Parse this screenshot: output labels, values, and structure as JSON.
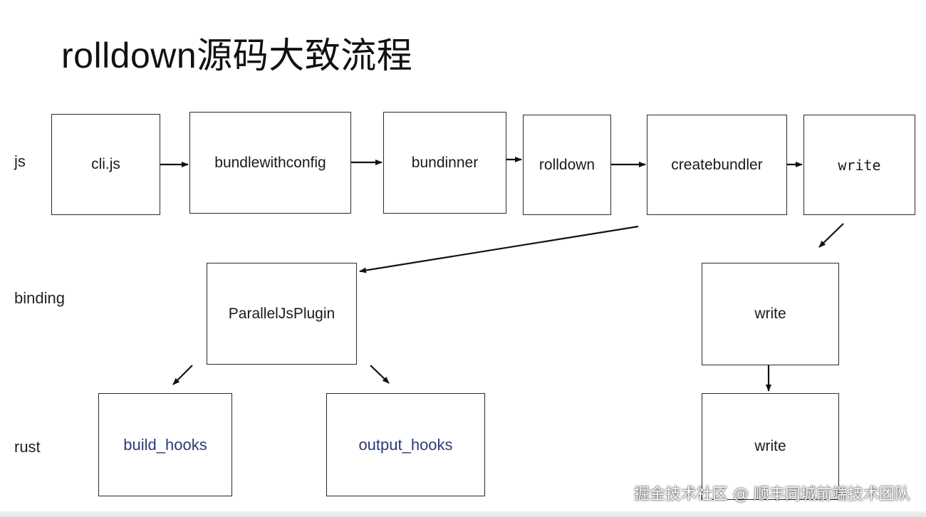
{
  "title": "rolldown源码大致流程",
  "rows": {
    "js": "js",
    "binding": "binding",
    "rust": "rust"
  },
  "nodes": {
    "cli_js": "cli.js",
    "bundlewithconfig": "bundlewithconfig",
    "bundinner": "bundinner",
    "rolldown": "rolldown",
    "createbundler": "createbundler",
    "write_js": "write",
    "parallel_js_plugin": "ParallelJsPlugin",
    "write_binding": "write",
    "build_hooks": "build_hooks",
    "output_hooks": "output_hooks",
    "write_rust": "write"
  },
  "colors": {
    "hook_text": "#2c3a78",
    "border": "#2a2a2a"
  },
  "watermark": "掘金技术社区 @ 顺丰同城前端技术团队"
}
